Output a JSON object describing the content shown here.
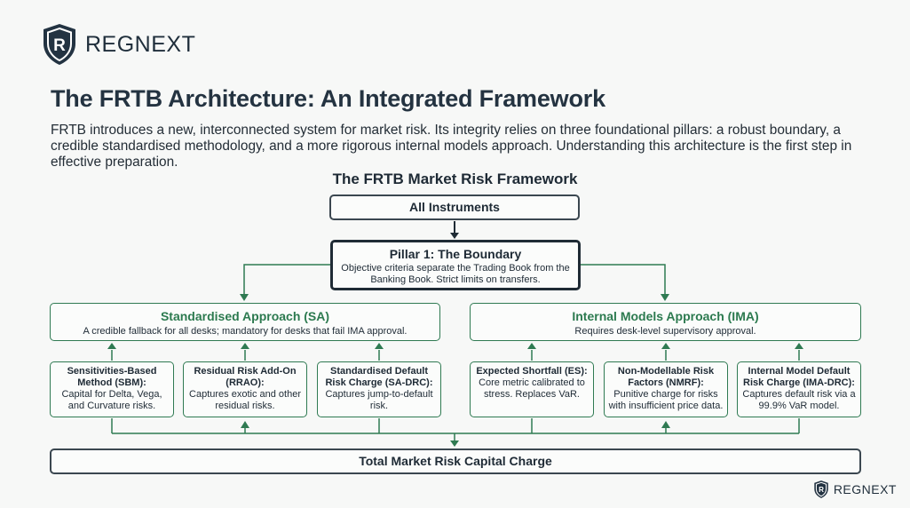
{
  "brand": {
    "name": "REGNEXT"
  },
  "page": {
    "title": "The FRTB Architecture: An Integrated Framework",
    "intro": "FRTB introduces a new, interconnected system for market risk. Its integrity relies on three foundational pillars: a robust boundary, a credible standardised methodology, and a more rigorous internal models approach. Understanding this architecture is the first step in effective preparation."
  },
  "diagram": {
    "title": "The FRTB Market Risk Framework",
    "instruments": "All Instruments",
    "pillar": {
      "title": "Pillar 1: The Boundary",
      "desc": "Objective criteria separate the Trading Book from the Banking Book. Strict limits on transfers."
    },
    "sa": {
      "title": "Standardised Approach (SA)",
      "desc": "A credible fallback for all desks; mandatory for desks that fail IMA approval.",
      "components": [
        {
          "title": "Sensitivities-Based Method (SBM):",
          "desc": "Capital for Delta, Vega, and Curvature risks."
        },
        {
          "title": "Residual Risk Add-On (RRAO):",
          "desc": "Captures exotic and other residual risks."
        },
        {
          "title": "Standardised Default Risk Charge (SA-DRC):",
          "desc": "Captures jump-to-default risk."
        }
      ]
    },
    "ima": {
      "title": "Internal Models Approach (IMA)",
      "desc": "Requires desk-level supervisory approval.",
      "components": [
        {
          "title": "Expected Shortfall (ES):",
          "desc": "Core metric calibrated to stress. Replaces VaR."
        },
        {
          "title": "Non-Modellable Risk Factors (NMRF):",
          "desc": "Punitive charge for risks with insufficient price data."
        },
        {
          "title": "Internal Model Default Risk Charge (IMA-DRC):",
          "desc": "Captures default risk via a 99.9% VaR model."
        }
      ]
    },
    "total": "Total Market Risk Capital Charge"
  },
  "colors": {
    "accent_green": "#2f7a52",
    "dark_navy": "#1f2b35",
    "background": "#f7f8f7"
  },
  "icons": {
    "logo": "shield-r-icon"
  }
}
